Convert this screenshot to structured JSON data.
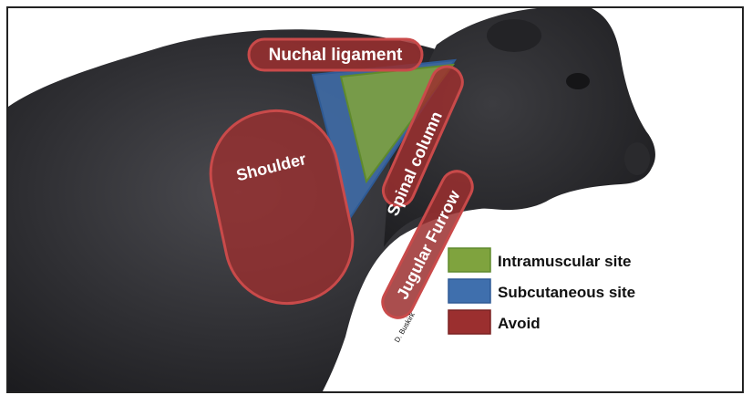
{
  "zones": {
    "nuchal_ligament": "Nuchal ligament",
    "spinal_column": "Spinal column",
    "shoulder": "Shoulder",
    "jugular_furrow": "Jugular Furrow"
  },
  "legend": [
    {
      "label": "Intramuscular site",
      "color": "#7fa33e"
    },
    {
      "label": "Subcutaneous site",
      "color": "#3f6fad"
    },
    {
      "label": "Avoid",
      "color": "#9b2f2f"
    }
  ],
  "credit": "D. Buskirk",
  "colors": {
    "avoid_fill": "#9b2f2f",
    "avoid_outline": "#c94a4a",
    "intramuscular": "#7fa33e",
    "subcutaneous": "#3f6fad",
    "animal": "#2b2b2e"
  }
}
